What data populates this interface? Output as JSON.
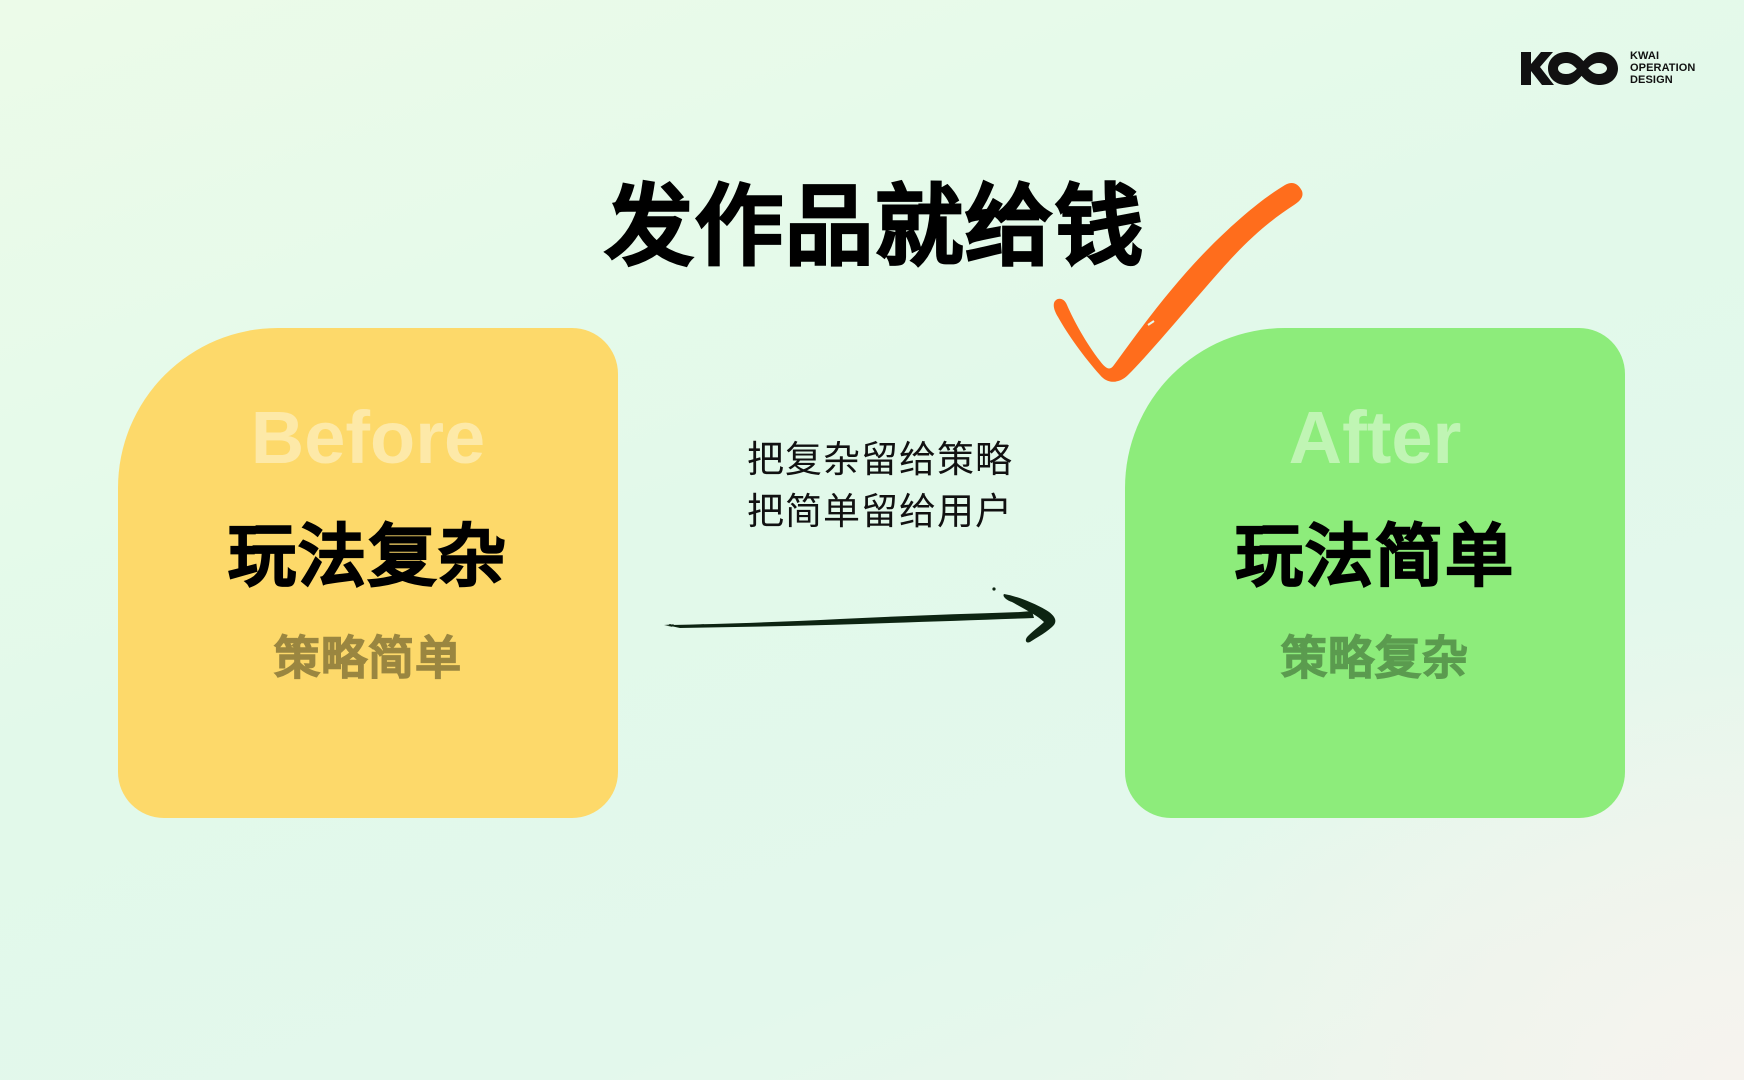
{
  "logo": {
    "mark": "KOO",
    "lines": [
      "KWAI",
      "OPERATION",
      "DESIGN"
    ]
  },
  "title": "发作品就给钱",
  "decorations": {
    "checkmark_icon": "checkmark-icon",
    "checkmark_color": "#ff6d1c",
    "arrow_icon": "arrow-right-icon",
    "arrow_color": "#0d2412"
  },
  "caption": {
    "lines": [
      "把复杂留给策略",
      "把简单留给用户"
    ]
  },
  "cards": [
    {
      "id": "before",
      "label": "Before",
      "main": "玩法复杂",
      "sub": "策略简单",
      "bg_color": "#fdd96a",
      "label_color": "#fde9a8",
      "sub_color": "#9a8640"
    },
    {
      "id": "after",
      "label": "After",
      "main": "玩法简单",
      "sub": "策略复杂",
      "bg_color": "#8dec7b",
      "label_color": "#c0f5b4",
      "sub_color": "#5b9b4f"
    }
  ]
}
